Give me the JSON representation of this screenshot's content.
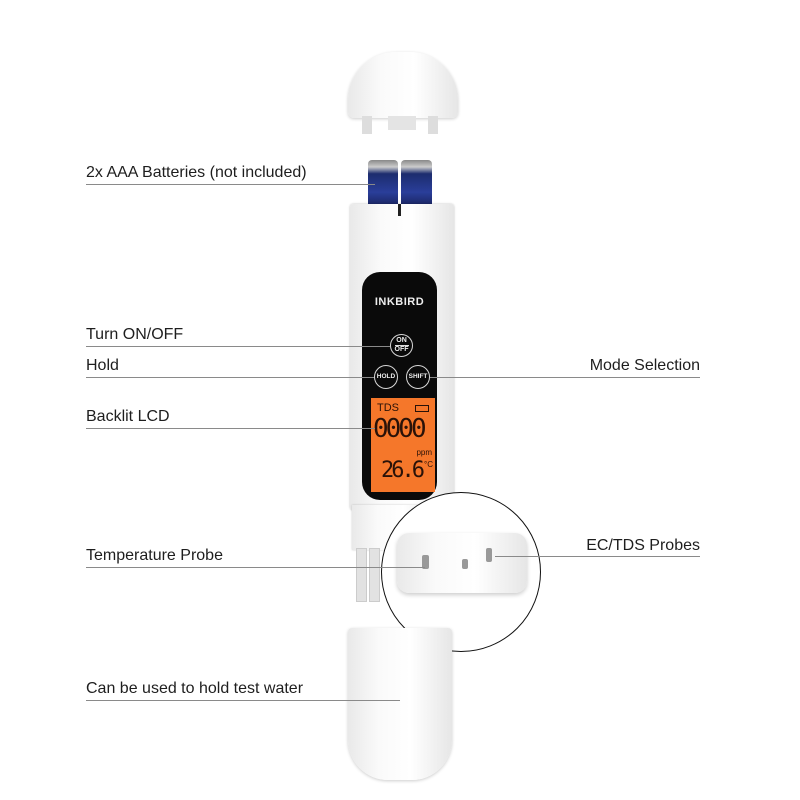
{
  "labels": {
    "batteries": "2x AAA Batteries (not included)",
    "power": "Turn ON/OFF",
    "hold": "Hold",
    "mode": "Mode Selection",
    "lcd": "Backlit LCD",
    "temp_probe": "Temperature Probe",
    "ec_tds": "EC/TDS Probes",
    "cap": "Can be used to hold test water"
  },
  "device": {
    "brand": "INKBIRD",
    "buttons": {
      "on": "ON",
      "off": "OFF",
      "hold": "HOLD",
      "shift": "SHIFT"
    },
    "display": {
      "mode": "TDS",
      "value": "0000",
      "unit": "ppm",
      "temperature": "26.6",
      "temp_unit": "°C"
    },
    "lcd_color": "#f5772a"
  }
}
